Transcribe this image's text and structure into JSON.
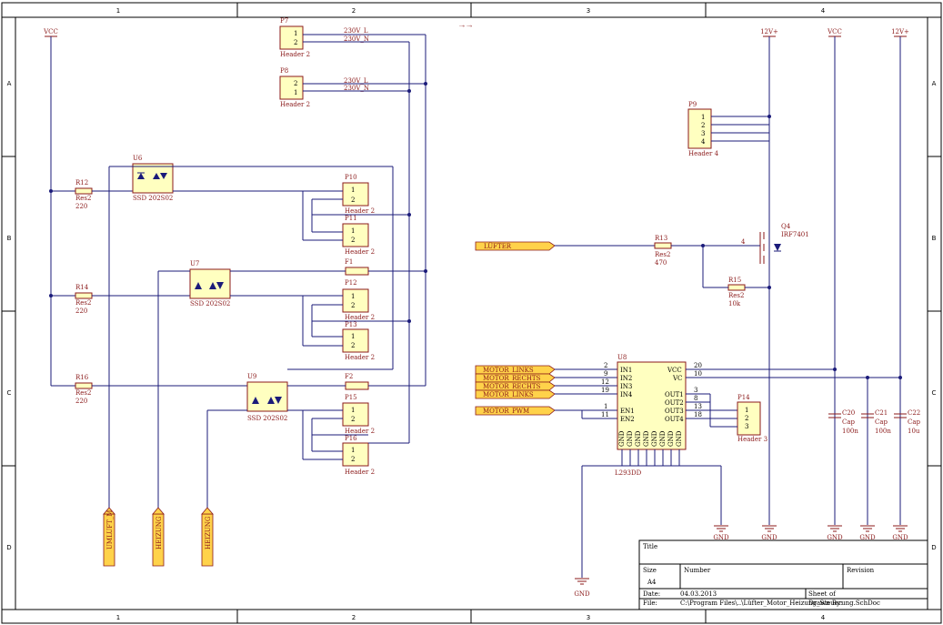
{
  "grid": {
    "columns": [
      "1",
      "2",
      "3",
      "4"
    ],
    "rows": [
      "A",
      "B",
      "C",
      "D"
    ]
  },
  "power": {
    "vcc_left": "VCC",
    "p12v_1": "12V+",
    "vcc_right": "VCC",
    "p12v_2": "12V+"
  },
  "ground_label": "GND",
  "headers": {
    "P7": {
      "ref": "P7",
      "type": "Header 2",
      "pins": [
        "1",
        "2"
      ],
      "net1": "230V_L",
      "net2": "230V_N"
    },
    "P8": {
      "ref": "P8",
      "type": "Header 2",
      "pins": [
        "2",
        "1"
      ],
      "net1": "230V_L",
      "net2": "230V_N"
    },
    "P9": {
      "ref": "P9",
      "type": "Header 4",
      "pins": [
        "1",
        "2",
        "3",
        "4"
      ]
    },
    "P10": {
      "ref": "P10",
      "type": "Header 2",
      "pins": [
        "1",
        "2"
      ]
    },
    "P11": {
      "ref": "P11",
      "type": "Header 2",
      "pins": [
        "1",
        "2"
      ]
    },
    "P12": {
      "ref": "P12",
      "type": "Header 2",
      "pins": [
        "1",
        "2"
      ]
    },
    "P13": {
      "ref": "P13",
      "type": "Header 2",
      "pins": [
        "1",
        "2"
      ]
    },
    "P14": {
      "ref": "P14",
      "type": "Header 3",
      "pins": [
        "1",
        "2",
        "3"
      ]
    },
    "P15": {
      "ref": "P15",
      "type": "Header 2",
      "pins": [
        "1",
        "2"
      ]
    },
    "P16": {
      "ref": "P16",
      "type": "Header 2",
      "pins": [
        "1",
        "2"
      ]
    }
  },
  "resistors": {
    "R12": {
      "ref": "R12",
      "type": "Res2",
      "value": "220"
    },
    "R14": {
      "ref": "R14",
      "type": "Res2",
      "value": "220"
    },
    "R16": {
      "ref": "R16",
      "type": "Res2",
      "value": "220"
    },
    "R13": {
      "ref": "R13",
      "type": "Res2",
      "value": "470"
    },
    "R15": {
      "ref": "R15",
      "type": "Res2",
      "value": "10k"
    }
  },
  "ssr": {
    "U6": {
      "ref": "U6",
      "type": "SSD 202S02"
    },
    "U7": {
      "ref": "U7",
      "type": "SSD 202S02"
    },
    "U9": {
      "ref": "U9",
      "type": "SSD 202S02"
    }
  },
  "fuses": {
    "F1": "F1",
    "F2": "F2"
  },
  "mosfet": {
    "ref": "Q4",
    "type": "IRF7401",
    "gate_pin": "4"
  },
  "driver": {
    "ref": "U8",
    "type": "L293DD",
    "in_pins": [
      {
        "num": "2",
        "name": "IN1"
      },
      {
        "num": "9",
        "name": "IN2"
      },
      {
        "num": "12",
        "name": "IN3"
      },
      {
        "num": "19",
        "name": "IN4"
      },
      {
        "num": "1",
        "name": "EN1"
      },
      {
        "num": "11",
        "name": "EN2"
      }
    ],
    "right_pins": [
      {
        "num": "20",
        "name": "VCC"
      },
      {
        "num": "10",
        "name": "VC"
      },
      {
        "num": "3",
        "name": "OUT1"
      },
      {
        "num": "8",
        "name": "OUT2"
      },
      {
        "num": "13",
        "name": "OUT3"
      },
      {
        "num": "18",
        "name": "OUT4"
      }
    ],
    "gnd": "GND"
  },
  "capacitors": {
    "C20": {
      "ref": "C20",
      "type": "Cap",
      "value": "100n"
    },
    "C21": {
      "ref": "C21",
      "type": "Cap",
      "value": "100n"
    },
    "C22": {
      "ref": "C22",
      "type": "Cap",
      "value": "10u"
    }
  },
  "ports": {
    "luefter": "LÜFTER",
    "motor_links_1": "MOTOR_LINKS",
    "motor_rechts_1": "MOTOR_RECHTS",
    "motor_rechts_2": "MOTOR_RECHTS",
    "motor_links_2": "MOTOR_LINKS",
    "motor_pwm": "MOTOR_PWM",
    "umluft": "UMLUFT_M",
    "heizung1": "HEIZUNG",
    "heizung2": "HEIZUNG"
  },
  "title_block": {
    "title_label": "Title",
    "size_label": "Size",
    "size_value": "A4",
    "number_label": "Number",
    "revision_label": "Revision",
    "date_label": "Date:",
    "date_value": "04.03.2013",
    "sheet_label": "Sheet",
    "sheet_of": "of",
    "file_label": "File:",
    "file_value": "C:\\Program Files\\..\\Lüfter_Motor_Heizung_Steuerung.SchDoc",
    "drawn_label": "Drawn By:"
  }
}
